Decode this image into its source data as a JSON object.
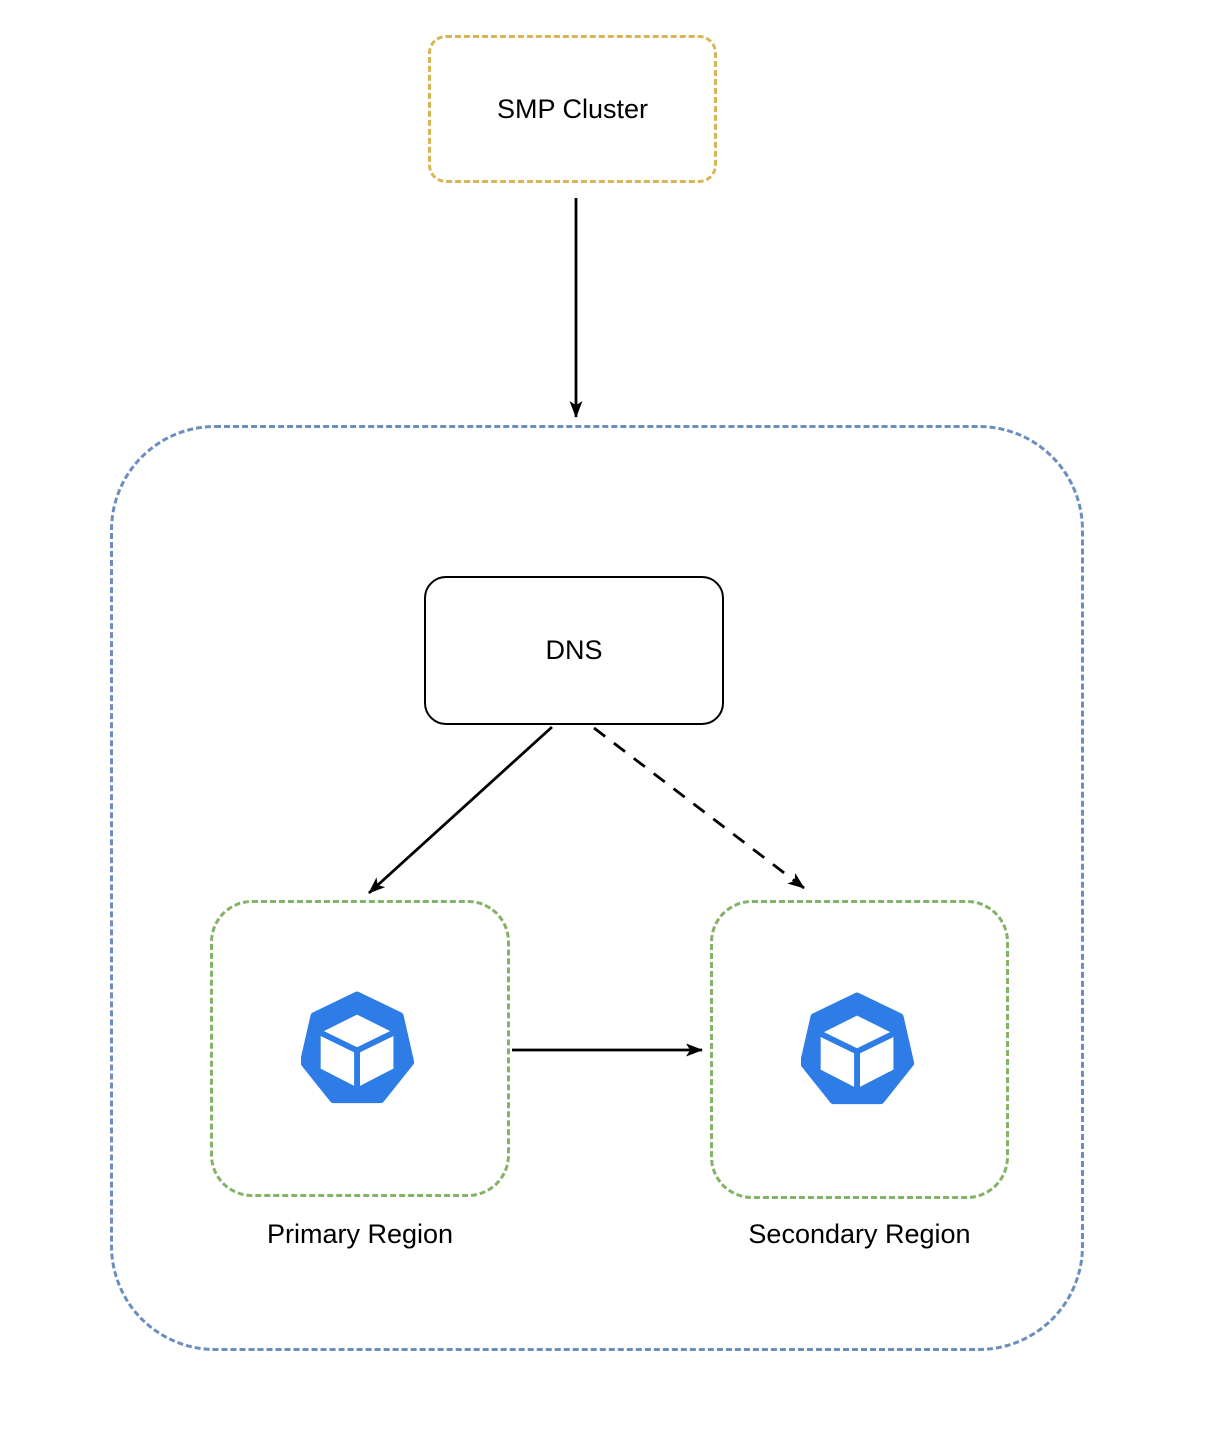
{
  "diagram": {
    "type": "architecture-flow-diagram",
    "nodes": {
      "smp_cluster": {
        "label": "SMP Cluster",
        "border_style": "dashed",
        "border_color": "#d6b656"
      },
      "dns": {
        "label": "DNS",
        "border_style": "solid",
        "border_color": "#000000"
      },
      "primary_region": {
        "label": "Primary Region",
        "border_style": "dashed",
        "border_color": "#82b366",
        "icon": "heptagon-cube-icon"
      },
      "secondary_region": {
        "label": "Secondary Region",
        "border_style": "dashed",
        "border_color": "#82b366",
        "icon": "heptagon-cube-icon"
      }
    },
    "containers": {
      "region_group": {
        "label": "",
        "border_style": "dashed",
        "border_color": "#6c8ebf"
      }
    },
    "edges": [
      {
        "from": "smp_cluster",
        "to": "region_group",
        "line": "solid",
        "arrowhead": "filled"
      },
      {
        "from": "dns",
        "to": "primary_region",
        "line": "solid",
        "arrowhead": "filled"
      },
      {
        "from": "dns",
        "to": "secondary_region",
        "line": "dashed",
        "arrowhead": "filled"
      },
      {
        "from": "primary_region",
        "to": "secondary_region",
        "line": "solid",
        "arrowhead": "filled"
      }
    ],
    "icons": {
      "region_icon": "heptagon-cube-icon"
    },
    "colors": {
      "gold_border": "#d6b656",
      "blue_border": "#6c8ebf",
      "green_border": "#82b366",
      "node_border": "#000000",
      "icon_blue": "#2e7ce5",
      "text": "#000000",
      "background": "#ffffff"
    }
  }
}
